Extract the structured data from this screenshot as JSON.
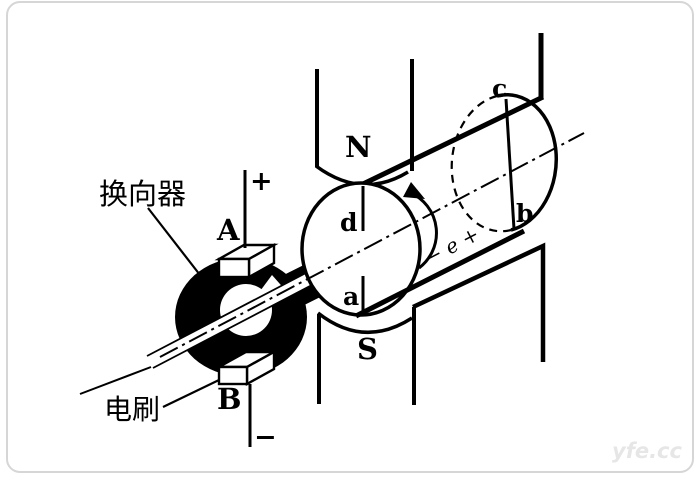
{
  "figure": {
    "labels": {
      "commutator": "换向器",
      "brush": "电刷",
      "terminal_plus": "+",
      "terminal_minus": "−",
      "brush_a": "A",
      "brush_b": "B",
      "pole_north": "N",
      "pole_south": "S",
      "coil_corner_a": "a",
      "coil_corner_b": "b",
      "coil_corner_c": "c",
      "coil_corner_d": "d",
      "emf_annotation": "− e +"
    },
    "watermark": "yfe.cc",
    "colors": {
      "ink": "#000000",
      "paper": "#ffffff",
      "frame": "#d6d6d6",
      "watermark": "#e6e6e6"
    }
  }
}
